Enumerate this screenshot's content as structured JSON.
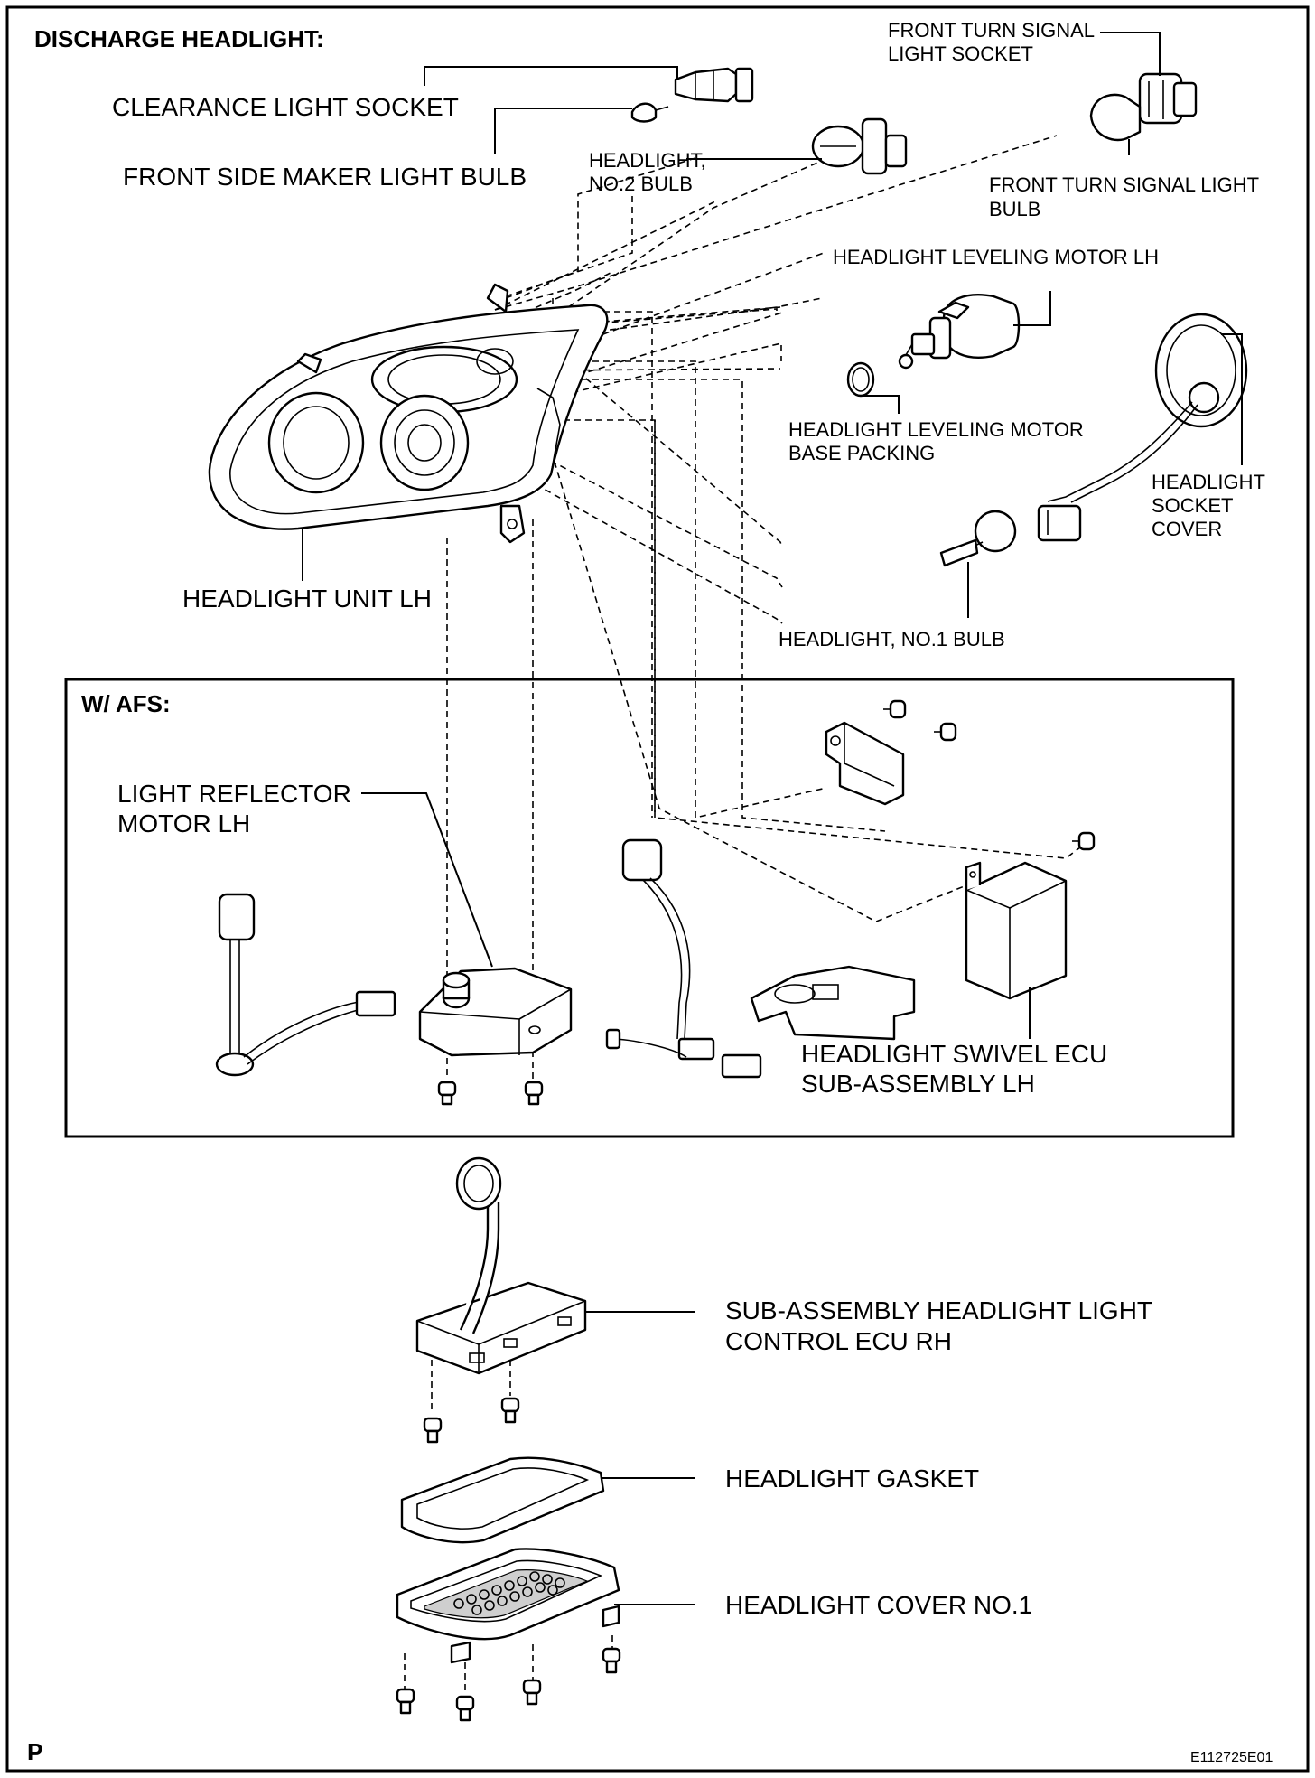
{
  "diagram": {
    "title": "DISCHARGE HEADLIGHT:",
    "subgroup_title": "W/ AFS:",
    "corner_mark": "P",
    "figure_code": "E112725E01"
  },
  "labels": {
    "clearance_light_socket": "CLEARANCE LIGHT SOCKET",
    "front_side_maker_light_bulb": "FRONT SIDE MAKER LIGHT BULB",
    "headlight_no2_bulb_l1": "HEADLIGHT,",
    "headlight_no2_bulb_l2": "NO.2 BULB",
    "front_turn_signal_light_socket_l1": "FRONT TURN SIGNAL",
    "front_turn_signal_light_socket_l2": "LIGHT SOCKET",
    "front_turn_signal_light_bulb_l1": "FRONT TURN SIGNAL LIGHT",
    "front_turn_signal_light_bulb_l2": "BULB",
    "headlight_leveling_motor_lh": "HEADLIGHT LEVELING MOTOR LH",
    "headlight_leveling_motor_base_packing_l1": "HEADLIGHT LEVELING MOTOR",
    "headlight_leveling_motor_base_packing_l2": "BASE PACKING",
    "headlight_socket_cover_l1": "HEADLIGHT",
    "headlight_socket_cover_l2": "SOCKET",
    "headlight_socket_cover_l3": "COVER",
    "headlight_unit_lh": "HEADLIGHT UNIT LH",
    "headlight_no1_bulb": "HEADLIGHT, NO.1 BULB",
    "light_reflector_motor_lh_l1": "LIGHT REFLECTOR",
    "light_reflector_motor_lh_l2": "MOTOR LH",
    "headlight_swivel_ecu_l1": "HEADLIGHT SWIVEL ECU",
    "headlight_swivel_ecu_l2": "SUB-ASSEMBLY LH",
    "light_control_ecu_rh_l1": "SUB-ASSEMBLY HEADLIGHT LIGHT",
    "light_control_ecu_rh_l2": "CONTROL ECU RH",
    "headlight_gasket": "HEADLIGHT GASKET",
    "headlight_cover_no1": "HEADLIGHT COVER NO.1"
  }
}
